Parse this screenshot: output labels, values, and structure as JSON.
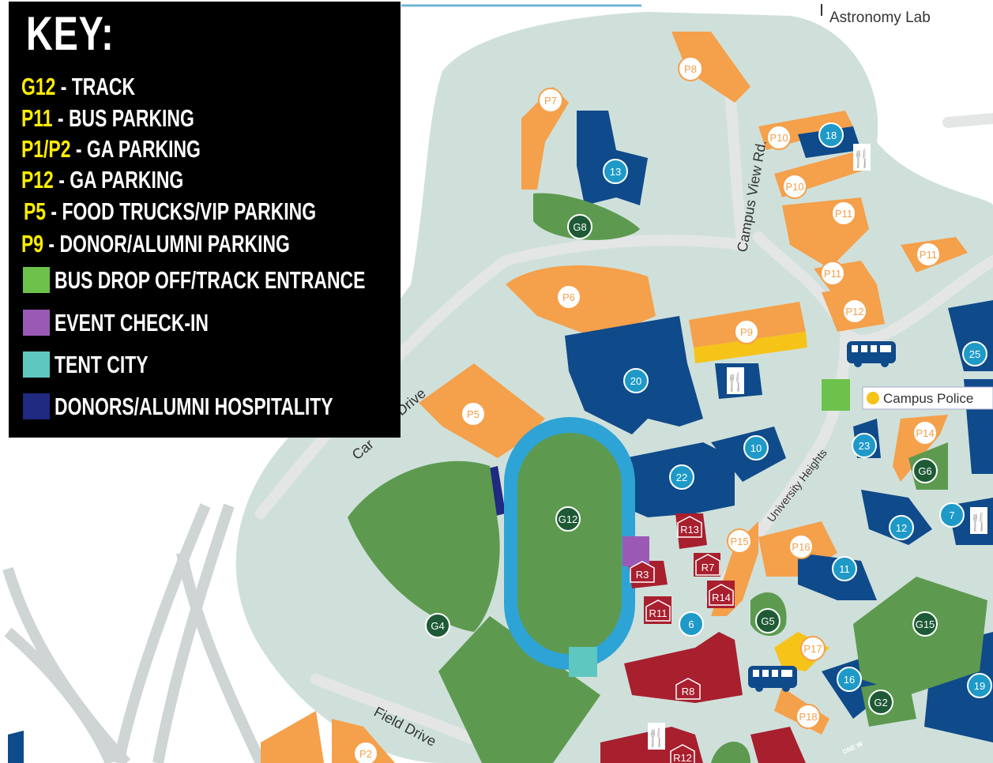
{
  "key": {
    "title": "KEY:",
    "text_rows": [
      {
        "code": "G12",
        "desc": " - TRACK"
      },
      {
        "code": "P11",
        "desc": " - BUS PARKING"
      },
      {
        "code": "P1/P2",
        "desc": " - GA PARKING"
      },
      {
        "code": "P12",
        "desc": " - GA PARKING"
      },
      {
        "code": "P5",
        "desc": " - FOOD TRUCKS/VIP PARKING"
      },
      {
        "code": "P9",
        "desc": " - DONOR/ALUMNI PARKING"
      }
    ],
    "swatch_rows": [
      {
        "label": "BUS DROP OFF/TRACK ENTRANCE",
        "color": "#6cc24a"
      },
      {
        "label": "EVENT CHECK-IN",
        "color": "#9b59b6"
      },
      {
        "label": "TENT CITY",
        "color": "#5ec7c0"
      },
      {
        "label": "DONORS/ALUMNI HOSPITALITY",
        "color": "#1f2a80"
      }
    ]
  },
  "colors": {
    "parking": "#f5a04a",
    "building": "#0f4a8a",
    "green": "#5d9a4f",
    "residence": "#a81f2e",
    "campus_ground": "#cfe0db",
    "road": "#d6d8d8",
    "track": "#2ea3d6",
    "accent_yellow": "#f6c319"
  },
  "streets": {
    "campus_view": "Campus View Rd.",
    "campus_drive_a": "Drive",
    "campus_drive_b": "Car",
    "field_drive": "Field Drive",
    "university_heights": "University Heights",
    "one_way": "ONE W"
  },
  "poi": {
    "astronomy": "Astronomy Lab",
    "police": "Campus Police"
  },
  "parking_lots": [
    "P8",
    "P7",
    "P10",
    "P10",
    "P11",
    "P11",
    "P11",
    "P12",
    "P6",
    "P9",
    "P5",
    "P14",
    "P15",
    "P16",
    "P17",
    "P18",
    "P2"
  ],
  "buildings": [
    "18",
    "13",
    "25",
    "20",
    "10",
    "23",
    "22",
    "12",
    "7",
    "11",
    "6",
    "16",
    "19"
  ],
  "greens": [
    "G8",
    "G12",
    "G6",
    "G5",
    "G4",
    "G15",
    "G2"
  ],
  "residences": [
    "R13",
    "R3",
    "R7",
    "R14",
    "R11",
    "R8",
    "R12"
  ]
}
